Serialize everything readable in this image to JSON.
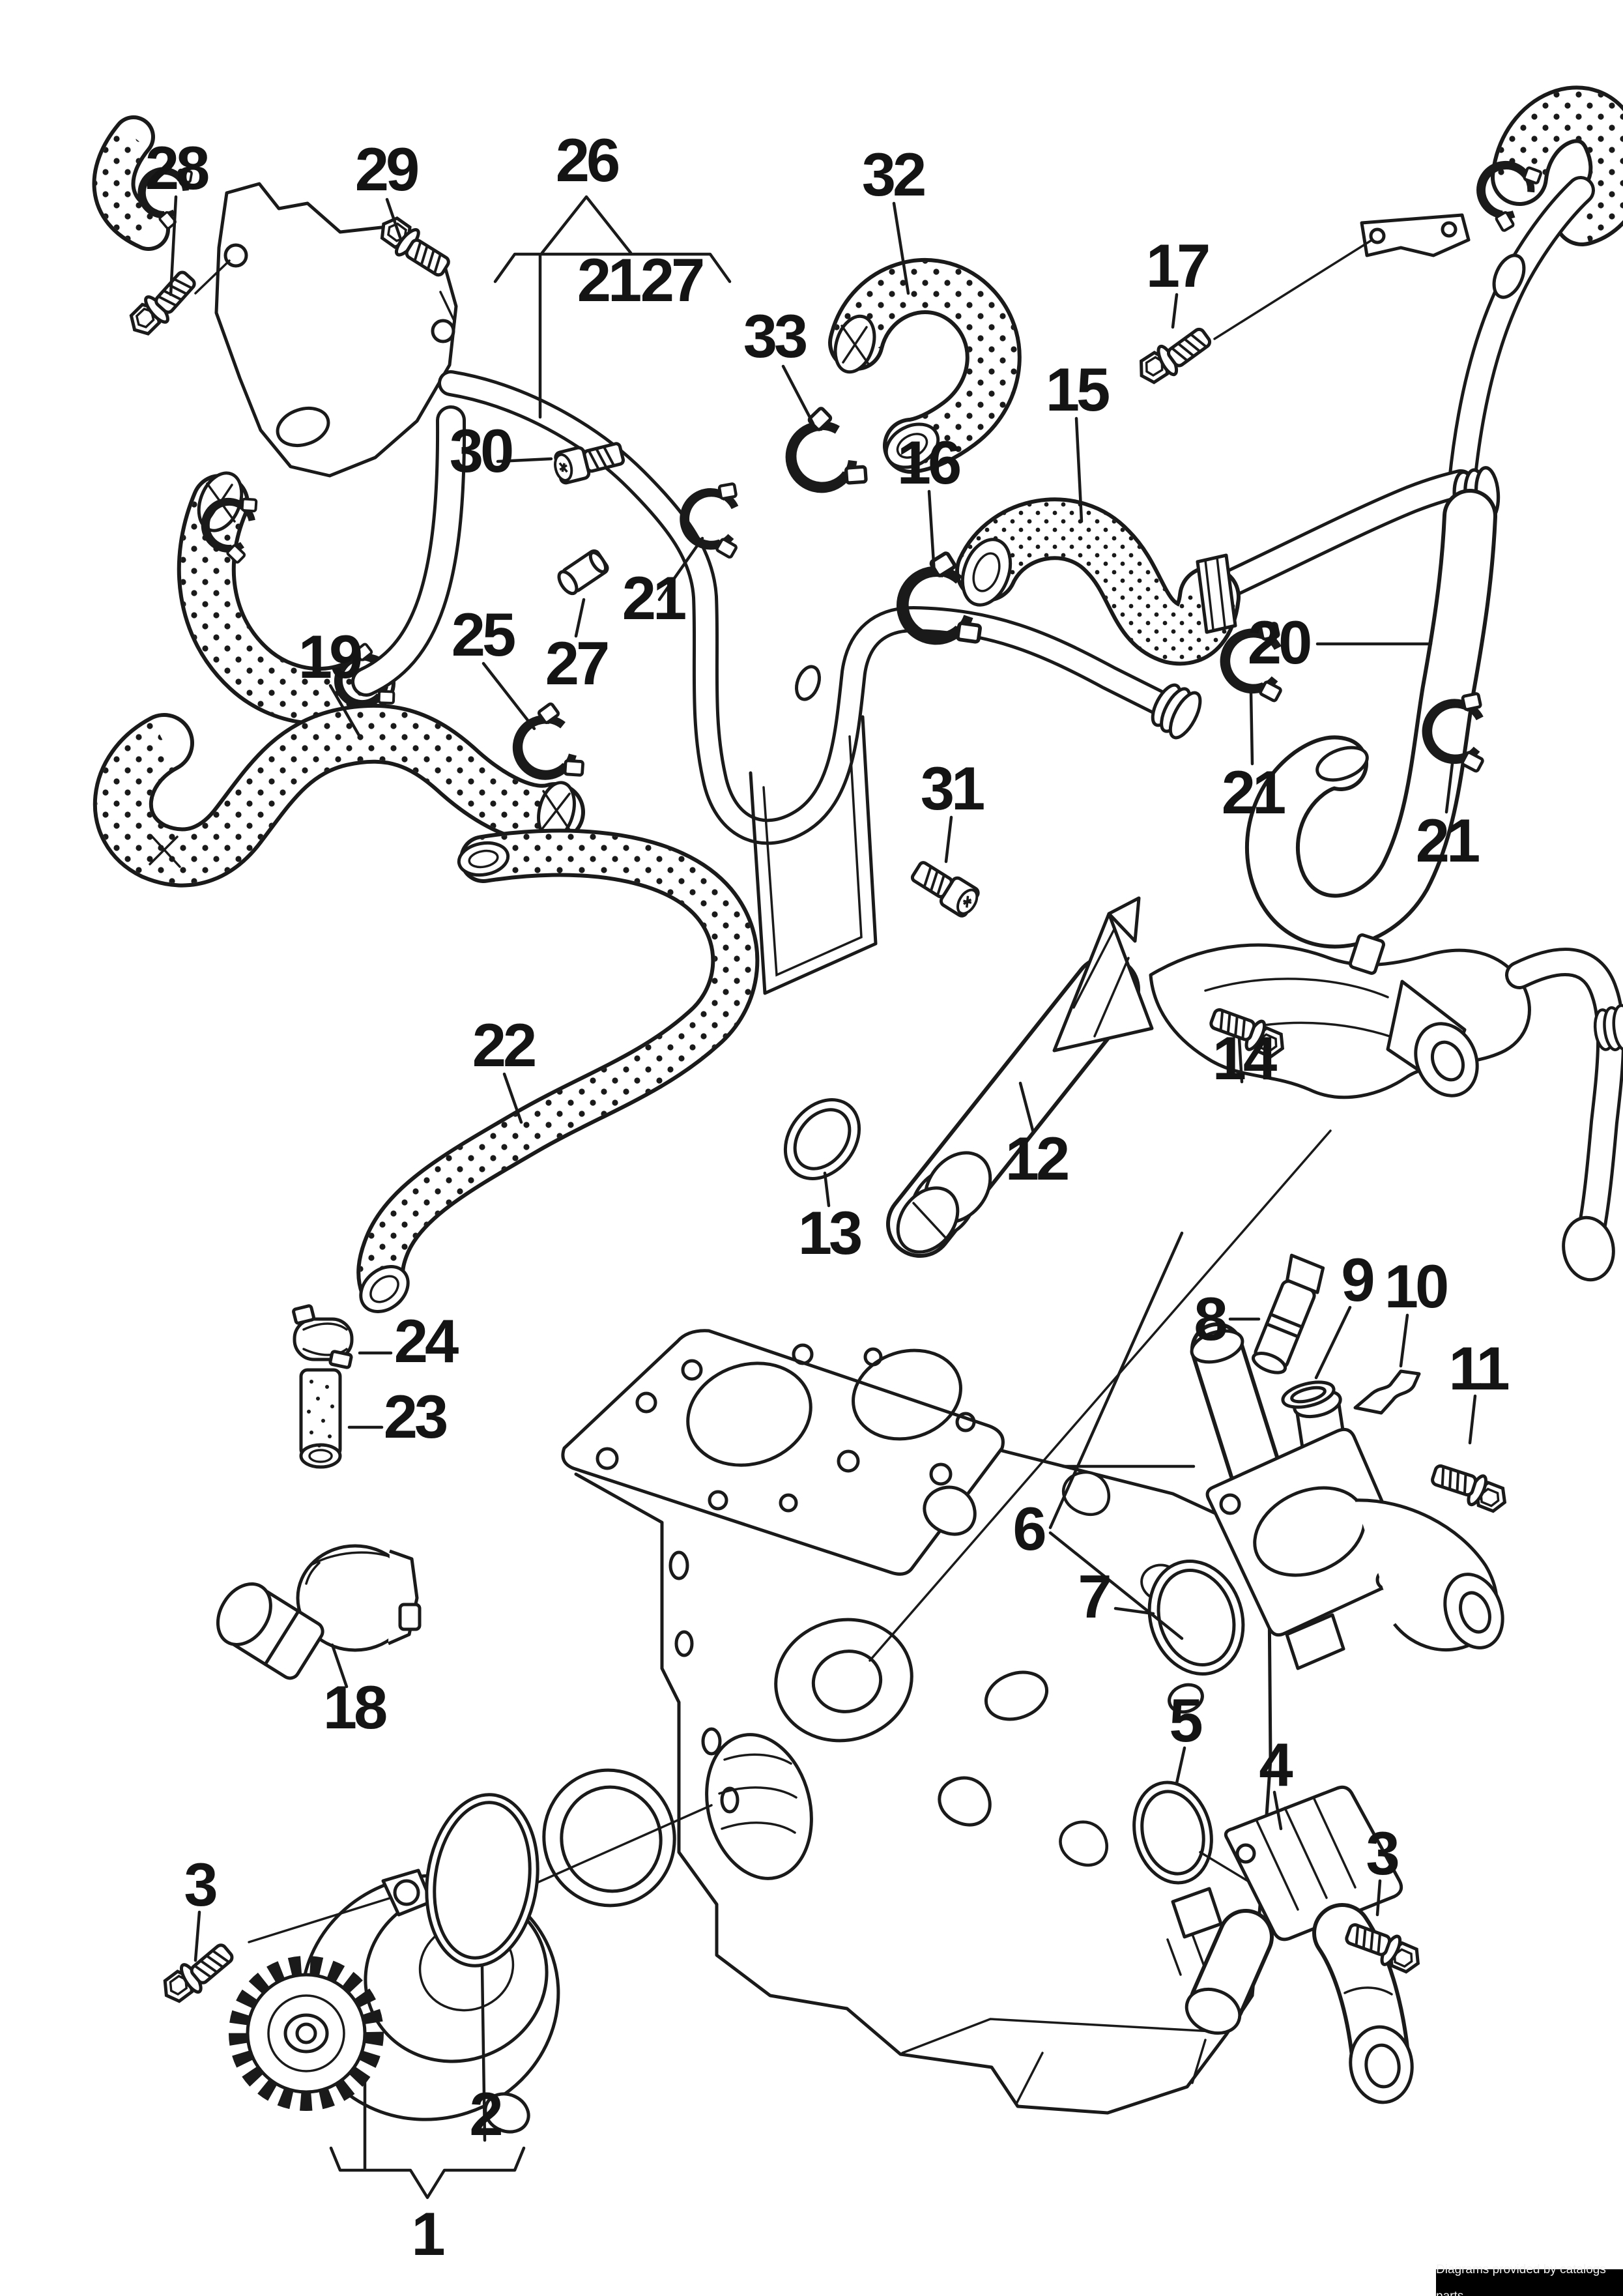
{
  "watermark": {
    "text": "Diagrams provided by catalogs parts",
    "bg": "#000000",
    "fg": "#f2f2f2"
  },
  "diagram": {
    "background": "#ffffff",
    "line_color": "#1a1a1a",
    "type": "exploded-parts-diagram",
    "subject": "engine cooling system / water pump and hoses"
  },
  "callouts": {
    "c1": "1",
    "c2": "2",
    "c3a": "3",
    "c3b": "3",
    "c4": "4",
    "c5": "5",
    "c6": "6",
    "c7": "7",
    "c8": "8",
    "c9": "9",
    "c10": "10",
    "c11": "11",
    "c12": "12",
    "c13": "13",
    "c14": "14",
    "c15": "15",
    "c16": "16",
    "c17": "17",
    "c18": "18",
    "c19": "19",
    "c20": "20",
    "c21a": "21",
    "c21b": "21",
    "c21c": "21",
    "c21d": "21",
    "c22": "22",
    "c23": "23",
    "c24": "24",
    "c25": "25",
    "c26": "26",
    "c27a": "27",
    "c27b": "27",
    "c28": "28",
    "c29": "29",
    "c30": "30",
    "c31": "31",
    "c32": "32",
    "c33": "33"
  }
}
